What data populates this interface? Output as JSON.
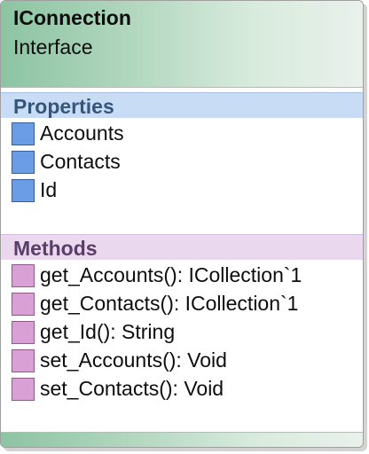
{
  "header": {
    "title": "IConnection",
    "subtitle": "Interface"
  },
  "properties": {
    "label": "Properties",
    "items": [
      "Accounts",
      "Contacts",
      "Id"
    ]
  },
  "methods": {
    "label": "Methods",
    "items": [
      "get_Accounts(): ICollection`1",
      "get_Contacts(): ICollection`1",
      "get_Id(): String",
      "set_Accounts(): Void",
      "set_Contacts(): Void"
    ]
  },
  "colors": {
    "header_gradient_start": "#8cc4a2",
    "properties_band": "#c9dcf5",
    "methods_band": "#ead8ef",
    "property_icon": "#6b9ce6",
    "method_icon": "#d9a0d6"
  }
}
